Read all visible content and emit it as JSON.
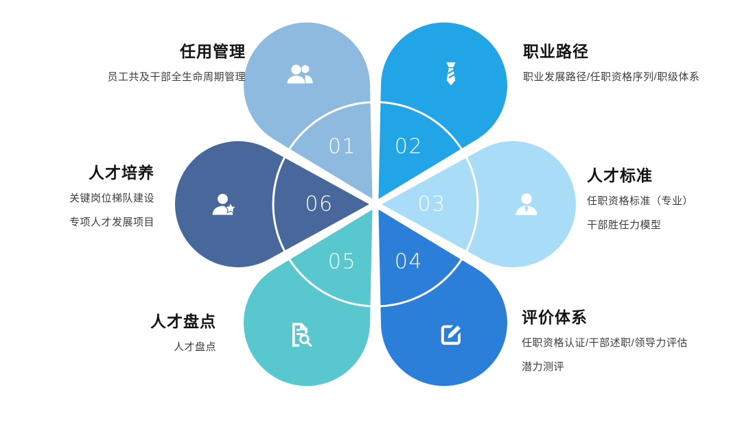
{
  "diagram": {
    "type": "flower-petal-diagram",
    "circle_color": "#ffffff",
    "petals": [
      {
        "number": "01",
        "angle": -120,
        "color": "#8FBADF",
        "icon": "users-icon",
        "label": "任用管理"
      },
      {
        "number": "02",
        "angle": -60,
        "color": "#22A5E6",
        "icon": "tie-icon",
        "label": "职业路径"
      },
      {
        "number": "03",
        "angle": 0,
        "color": "#A9DCF7",
        "icon": "user-icon",
        "label": "人才标准"
      },
      {
        "number": "04",
        "angle": 60,
        "color": "#2B7FD9",
        "icon": "edit-icon",
        "label": "评价体系"
      },
      {
        "number": "05",
        "angle": 120,
        "color": "#59C7CE",
        "icon": "doc-search-icon",
        "label": "人才盘点"
      },
      {
        "number": "06",
        "angle": 180,
        "color": "#48689C",
        "icon": "user-star-icon",
        "label": "人才培养"
      }
    ]
  },
  "labels": [
    {
      "petal": "01",
      "title": "任用管理",
      "lines": [
        "员工共及干部全生命周期管理"
      ]
    },
    {
      "petal": "02",
      "title": "职业路径",
      "lines": [
        "职业发展路径/任职资格序列/职级体系"
      ]
    },
    {
      "petal": "03",
      "title": "人才标准",
      "lines": [
        "任职资格标准（专业）",
        "干部胜任力模型"
      ]
    },
    {
      "petal": "04",
      "title": "评价体系",
      "lines": [
        "任职资格认证/干部述职/领导力评估",
        "潜力测评"
      ]
    },
    {
      "petal": "05",
      "title": "人才盘点",
      "lines": [
        "人才盘点"
      ]
    },
    {
      "petal": "06",
      "title": "人才培养",
      "lines": [
        "关键岗位梯队建设",
        "专项人才发展项目"
      ]
    }
  ]
}
